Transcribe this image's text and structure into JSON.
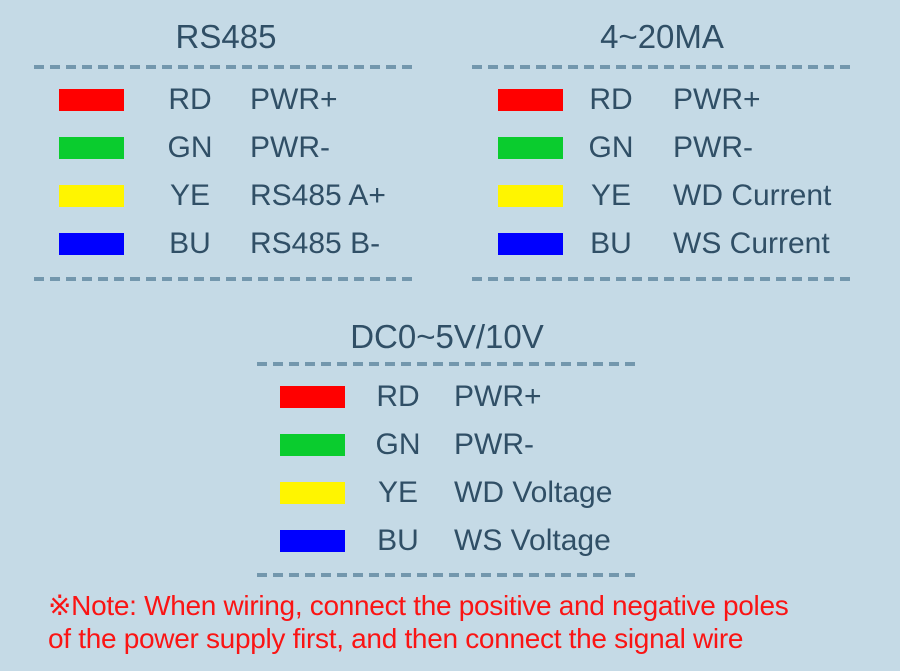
{
  "colors": {
    "background": "#C5DAE6",
    "ink": "#304F66",
    "dash": "#7397AD",
    "red": "#FF0000",
    "green": "#0ACC2E",
    "yellow": "#FFF500",
    "blue": "#0000FF",
    "note_red": "#FA1414"
  },
  "blocks": [
    {
      "title": "RS485",
      "rows": [
        {
          "color_name": "red",
          "swatch": "#FF0000",
          "code": "RD",
          "label": "PWR+"
        },
        {
          "color_name": "green",
          "swatch": "#0ACC2E",
          "code": "GN",
          "label": "PWR-"
        },
        {
          "color_name": "yellow",
          "swatch": "#FFF500",
          "code": "YE",
          "label": "RS485 A+"
        },
        {
          "color_name": "blue",
          "swatch": "#0000FF",
          "code": "BU",
          "label": "RS485 B-"
        }
      ]
    },
    {
      "title": "4~20MA",
      "rows": [
        {
          "color_name": "red",
          "swatch": "#FF0000",
          "code": "RD",
          "label": "PWR+"
        },
        {
          "color_name": "green",
          "swatch": "#0ACC2E",
          "code": "GN",
          "label": "PWR-"
        },
        {
          "color_name": "yellow",
          "swatch": "#FFF500",
          "code": "YE",
          "label": "WD Current"
        },
        {
          "color_name": "blue",
          "swatch": "#0000FF",
          "code": "BU",
          "label": "WS Current"
        }
      ]
    },
    {
      "title": "DC0~5V/10V",
      "rows": [
        {
          "color_name": "red",
          "swatch": "#FF0000",
          "code": "RD",
          "label": "PWR+"
        },
        {
          "color_name": "green",
          "swatch": "#0ACC2E",
          "code": "GN",
          "label": "PWR-"
        },
        {
          "color_name": "yellow",
          "swatch": "#FFF500",
          "code": "YE",
          "label": "WD Voltage"
        },
        {
          "color_name": "blue",
          "swatch": "#0000FF",
          "code": "BU",
          "label": "WS Voltage"
        }
      ]
    }
  ],
  "note": {
    "line1": "※Note: When wiring, connect the positive and negative poles",
    "line2": "of the power supply first, and then connect the signal wire"
  }
}
